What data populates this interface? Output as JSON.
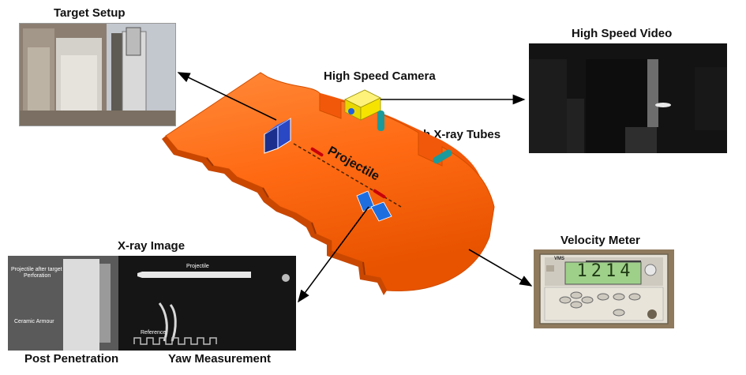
{
  "labels": {
    "target_setup": "Target Setup",
    "high_speed_video": "High Speed Video",
    "high_speed_camera": "High Speed Camera",
    "flash_xray_tubes": "Flash X-ray Tubes",
    "projectile": "Projectile",
    "xray_image": "X-ray Image",
    "velocity_meter": "Velocity Meter",
    "post_penetration": "Post Penetration",
    "yaw_measurement": "Yaw Measurement"
  },
  "xray": {
    "projectile_after_target": "Projectile after target",
    "perforation": "Perforation",
    "ceramic_armour": "Ceramic Armour",
    "projectile": "Projectile",
    "reference": "Reference"
  },
  "velocity_meter": {
    "brand": "VMS",
    "reading": "1214",
    "display_color": "#9fd08a",
    "enclosure_color": "#8f7a5e"
  },
  "colors": {
    "tube": "#ff6a13",
    "camera": "#f2e600",
    "xray_tube": "#1a9a9a",
    "target_block": "#1f3a9a"
  }
}
